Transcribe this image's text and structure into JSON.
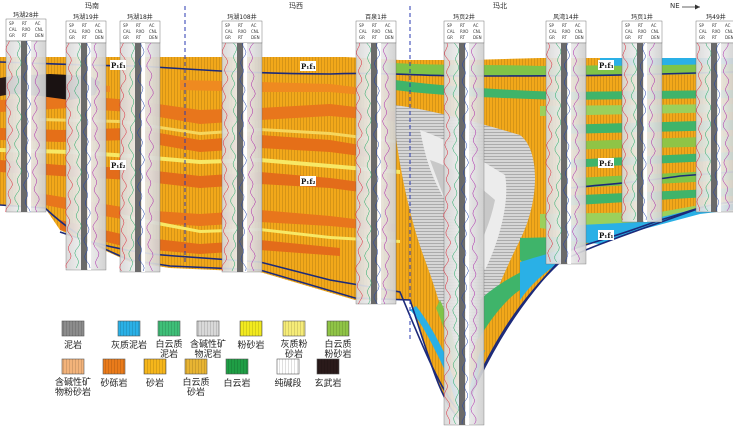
{
  "direction_label": "NE",
  "areas": [
    {
      "id": "manan",
      "label": "玛南"
    },
    {
      "id": "maxi",
      "label": "玛西"
    },
    {
      "id": "mabei",
      "label": "玛北"
    }
  ],
  "wells": [
    {
      "id": "w1",
      "name": "玛湖28井"
    },
    {
      "id": "w2",
      "name": "玛湖19井"
    },
    {
      "id": "w3",
      "name": "玛湖18井"
    },
    {
      "id": "w4",
      "name": "玛湖108井"
    },
    {
      "id": "w5",
      "name": "百泉1井"
    },
    {
      "id": "w6",
      "name": "玛页2井"
    },
    {
      "id": "w7",
      "name": "风湾14井"
    },
    {
      "id": "w8",
      "name": "玛页1井"
    },
    {
      "id": "w9",
      "name": "玛49井"
    }
  ],
  "log_headers": {
    "sp": "SP",
    "cal": "CAL",
    "gr": "GR",
    "rt": "RT",
    "ac": "AC",
    "rxo": "RXO",
    "cnl": "CNL",
    "rt2": "RT",
    "den": "DEN"
  },
  "strat_labels": [
    {
      "id": "s1",
      "text": "P₁f₃"
    },
    {
      "id": "s2",
      "text": "P₁f₃"
    },
    {
      "id": "s3",
      "text": "P₁f₃"
    },
    {
      "id": "s4",
      "text": "P₁f₂"
    },
    {
      "id": "s5",
      "text": "P₁f₂"
    },
    {
      "id": "s6",
      "text": "P₁f₂"
    },
    {
      "id": "s7",
      "text": "P₁f₁"
    }
  ],
  "legend": [
    {
      "id": "l1",
      "label": "泥岩",
      "color": "#8c8c8c"
    },
    {
      "id": "l2",
      "label": "灰质泥岩",
      "color": "#2ab0e6"
    },
    {
      "id": "l3",
      "label": "白云质泥岩",
      "color": "#3fbf78"
    },
    {
      "id": "l4",
      "label": "含碱性矿物泥岩",
      "color": "#d9d9d9"
    },
    {
      "id": "l5",
      "label": "粉砂岩",
      "color": "#f2ea1f"
    },
    {
      "id": "l6",
      "label": "灰质粉砂岩",
      "color": "#f6ec78"
    },
    {
      "id": "l7",
      "label": "白云质粉砂岩",
      "color": "#8fc446"
    },
    {
      "id": "l8",
      "label": "含碱性矿物粉砂岩",
      "color": "#f3b37a"
    },
    {
      "id": "l9",
      "label": "砂砾岩",
      "color": "#ea7b1a"
    },
    {
      "id": "l10",
      "label": "砂岩",
      "color": "#f6b61b"
    },
    {
      "id": "l11",
      "label": "白云质砂岩",
      "color": "#e8b432"
    },
    {
      "id": "l12",
      "label": "白云岩",
      "color": "#1f9e45"
    },
    {
      "id": "l13",
      "label": "纯碱段",
      "color": "#ffffff"
    },
    {
      "id": "l14",
      "label": "玄武岩",
      "color": "#2a1a1a"
    }
  ]
}
